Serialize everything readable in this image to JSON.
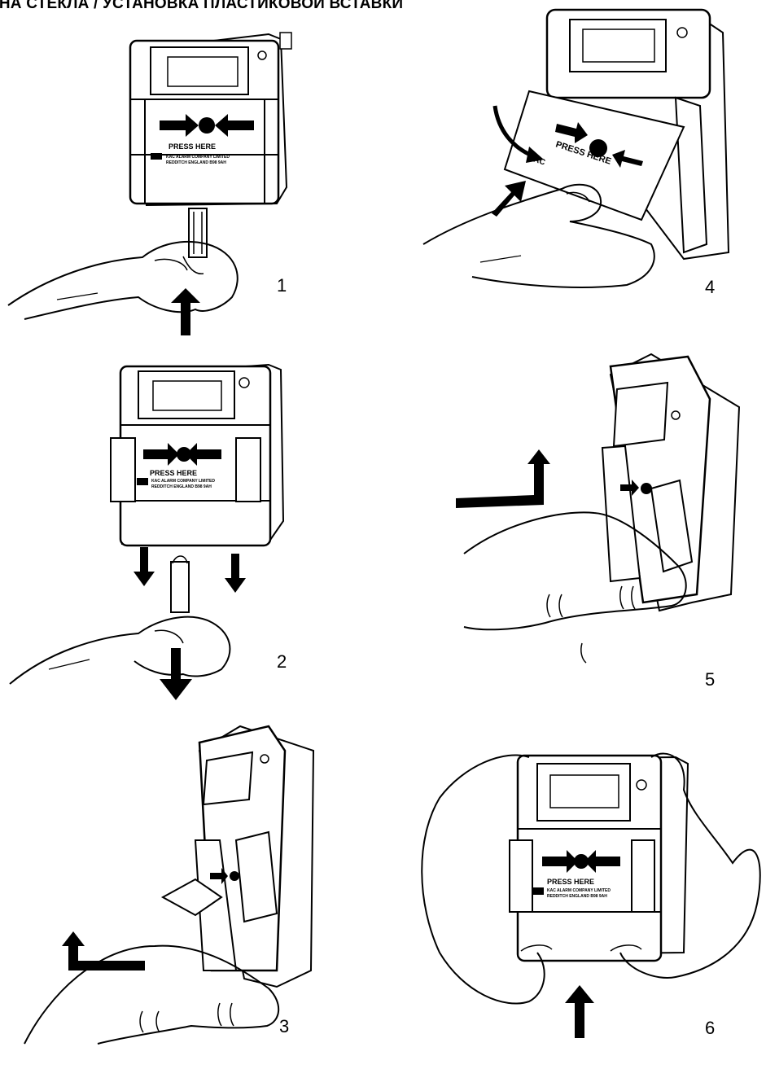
{
  "title": "ЕНА СТЕКЛА / УСТАНОВКА ПЛАСТИКОВОЙ ВСТАВКИ",
  "device": {
    "press_here": "PRESS HERE",
    "logo": "KAC",
    "maker_line1": "KAC ALARM COMPANY LIMITED",
    "maker_line2": "REDDITCH ENGLAND B98 9AH"
  },
  "steps": [
    {
      "number": "1"
    },
    {
      "number": "2"
    },
    {
      "number": "3"
    },
    {
      "number": "4"
    },
    {
      "number": "5"
    },
    {
      "number": "6"
    }
  ]
}
